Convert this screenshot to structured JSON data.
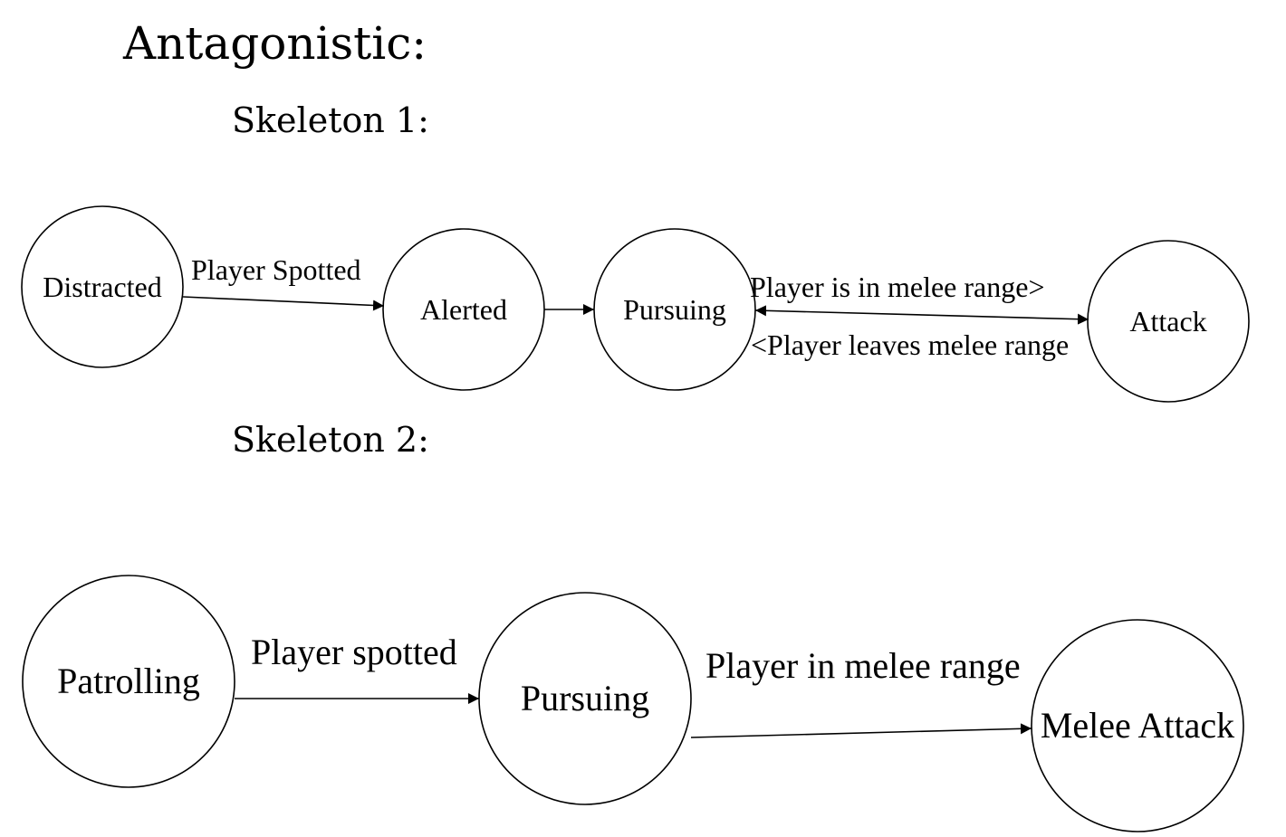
{
  "title": "Antagonistic:",
  "skeleton1": {
    "heading": "Skeleton 1:",
    "states": {
      "distracted": "Distracted",
      "alerted": "Alerted",
      "pursuing": "Pursuing",
      "attack": "Attack"
    },
    "transitions": {
      "distracted_to_alerted": "Player Spotted",
      "pursuing_to_attack": "Player is in melee range>",
      "attack_to_pursuing": "<Player leaves melee range"
    }
  },
  "skeleton2": {
    "heading": "Skeleton 2:",
    "states": {
      "patrolling": "Patrolling",
      "pursuing": "Pursuing",
      "melee_attack": "Melee Attack"
    },
    "transitions": {
      "patrolling_to_pursuing": "Player spotted",
      "pursuing_to_melee_attack": "Player in melee range"
    }
  },
  "colors": {
    "stroke": "#000000",
    "background": "#ffffff"
  }
}
